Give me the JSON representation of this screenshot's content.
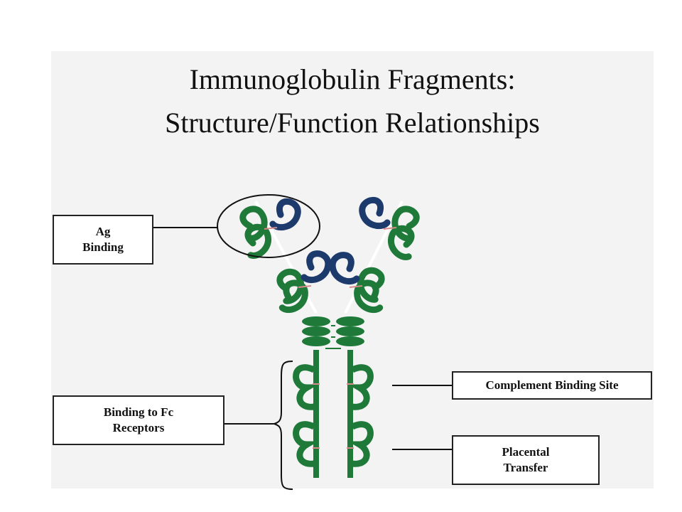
{
  "title": {
    "line1": "Immunoglobulin Fragments:",
    "line2": "Structure/Function Relationships"
  },
  "labels": {
    "ag_binding": {
      "line1": "Ag",
      "line2": "Binding"
    },
    "fc_receptors": {
      "line1": "Binding to Fc",
      "line2": "Receptors"
    },
    "complement": {
      "line1": "Complement Binding Site"
    },
    "placental": {
      "line1": "Placental",
      "line2": "Transfer"
    }
  },
  "colors": {
    "heavy_chain": "#1f7a3a",
    "light_chain": "#1c3a6b",
    "disulfide": "#d98a8a",
    "background": "#f3f3f4"
  }
}
